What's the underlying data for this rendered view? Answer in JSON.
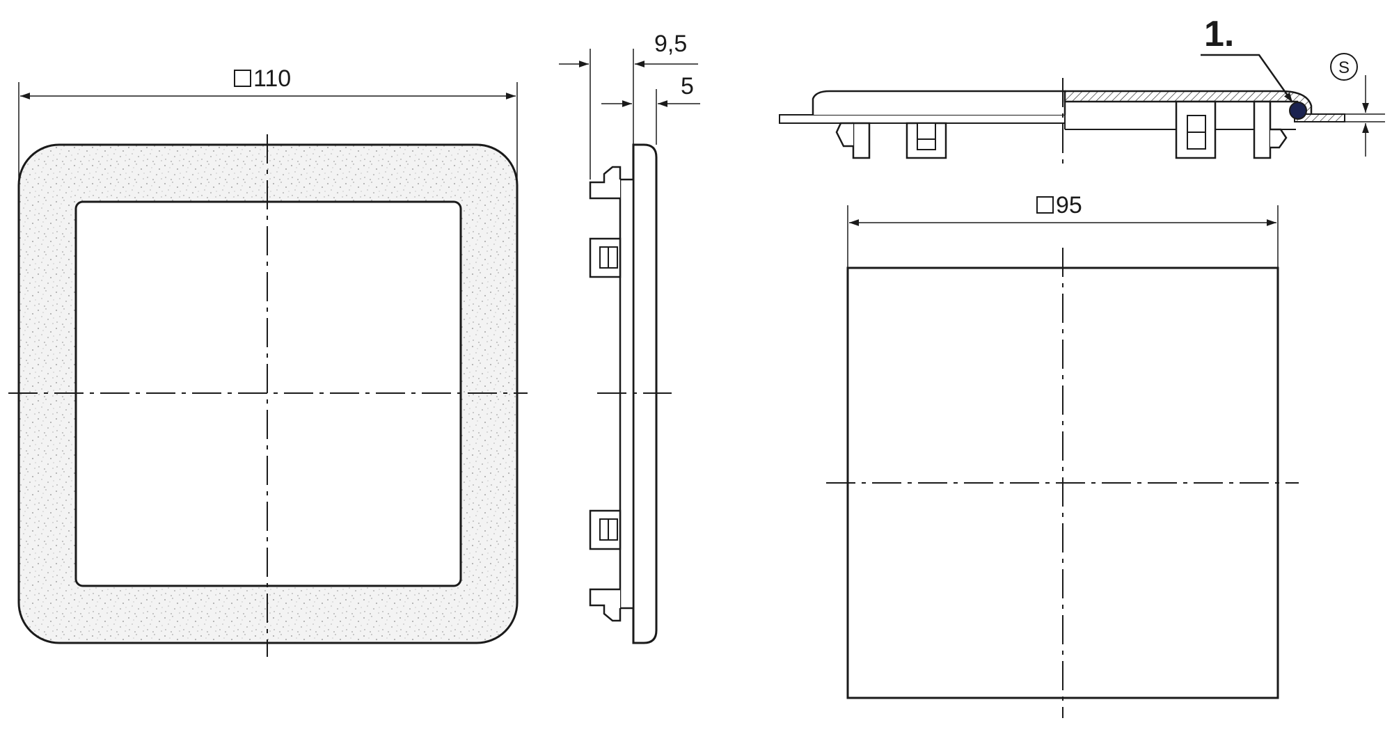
{
  "front_view": {
    "dimension": "110"
  },
  "side_view": {
    "dimension_outer": "9,5",
    "dimension_inner": "5"
  },
  "cover_view": {
    "dimension": "95"
  },
  "section_view": {
    "callout": "1.",
    "symbol": "S"
  },
  "colors": {
    "line": "#1a1a1a",
    "seal": "#1b2350",
    "texture": "#8a8a8a"
  }
}
